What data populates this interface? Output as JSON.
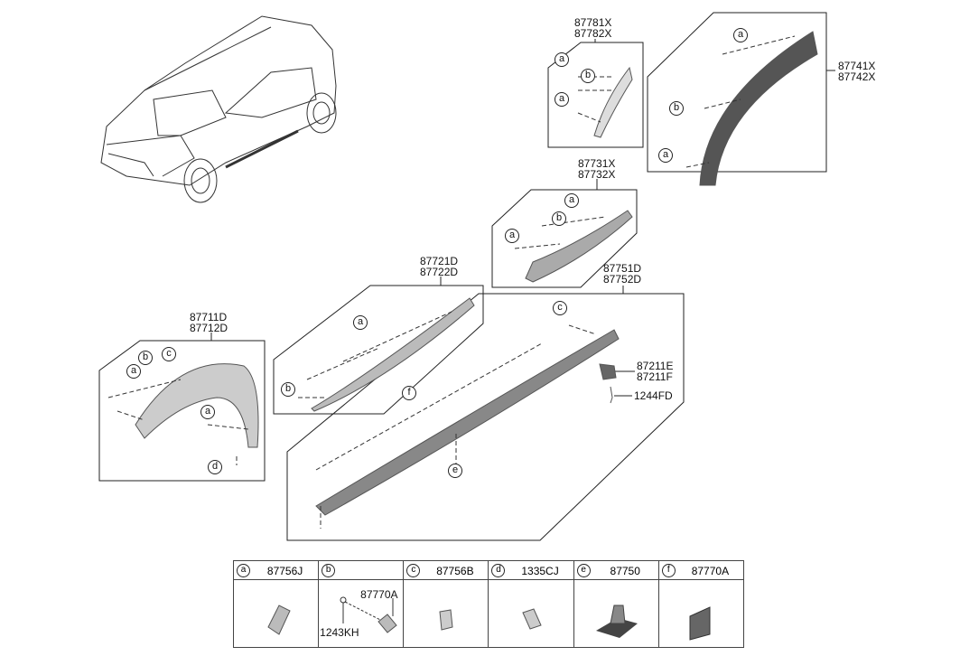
{
  "groups": [
    {
      "id": "wheel-arch-rear-upper",
      "labels": [
        "87781X",
        "87782X"
      ],
      "callouts": [
        "a",
        "b",
        "a"
      ]
    },
    {
      "id": "wheel-arch-rear",
      "labels": [
        "87741X",
        "87742X"
      ],
      "callouts": [
        "a",
        "b",
        "a"
      ]
    },
    {
      "id": "door-garnish-rear",
      "labels": [
        "87731X",
        "87732X"
      ],
      "callouts": [
        "a",
        "a",
        "b"
      ]
    },
    {
      "id": "door-garnish-front",
      "labels": [
        "87721D",
        "87722D"
      ],
      "callouts": [
        "a",
        "b"
      ]
    },
    {
      "id": "side-sill",
      "labels": [
        "87751D",
        "87752D"
      ],
      "callouts": [
        "c",
        "f",
        "e"
      ],
      "sub_parts": [
        "87211E",
        "87211F",
        "1244FD"
      ]
    },
    {
      "id": "wheel-arch-front",
      "labels": [
        "87711D",
        "87712D"
      ],
      "callouts": [
        "b",
        "c",
        "a",
        "a",
        "d"
      ]
    }
  ],
  "legend": [
    {
      "key": "a",
      "part": "87756J"
    },
    {
      "key": "b",
      "part": "",
      "sub": [
        "87770A",
        "1243KH"
      ]
    },
    {
      "key": "c",
      "part": "87756B"
    },
    {
      "key": "d",
      "part": "1335CJ"
    },
    {
      "key": "e",
      "part": "87750"
    },
    {
      "key": "f",
      "part": "87770A"
    }
  ]
}
